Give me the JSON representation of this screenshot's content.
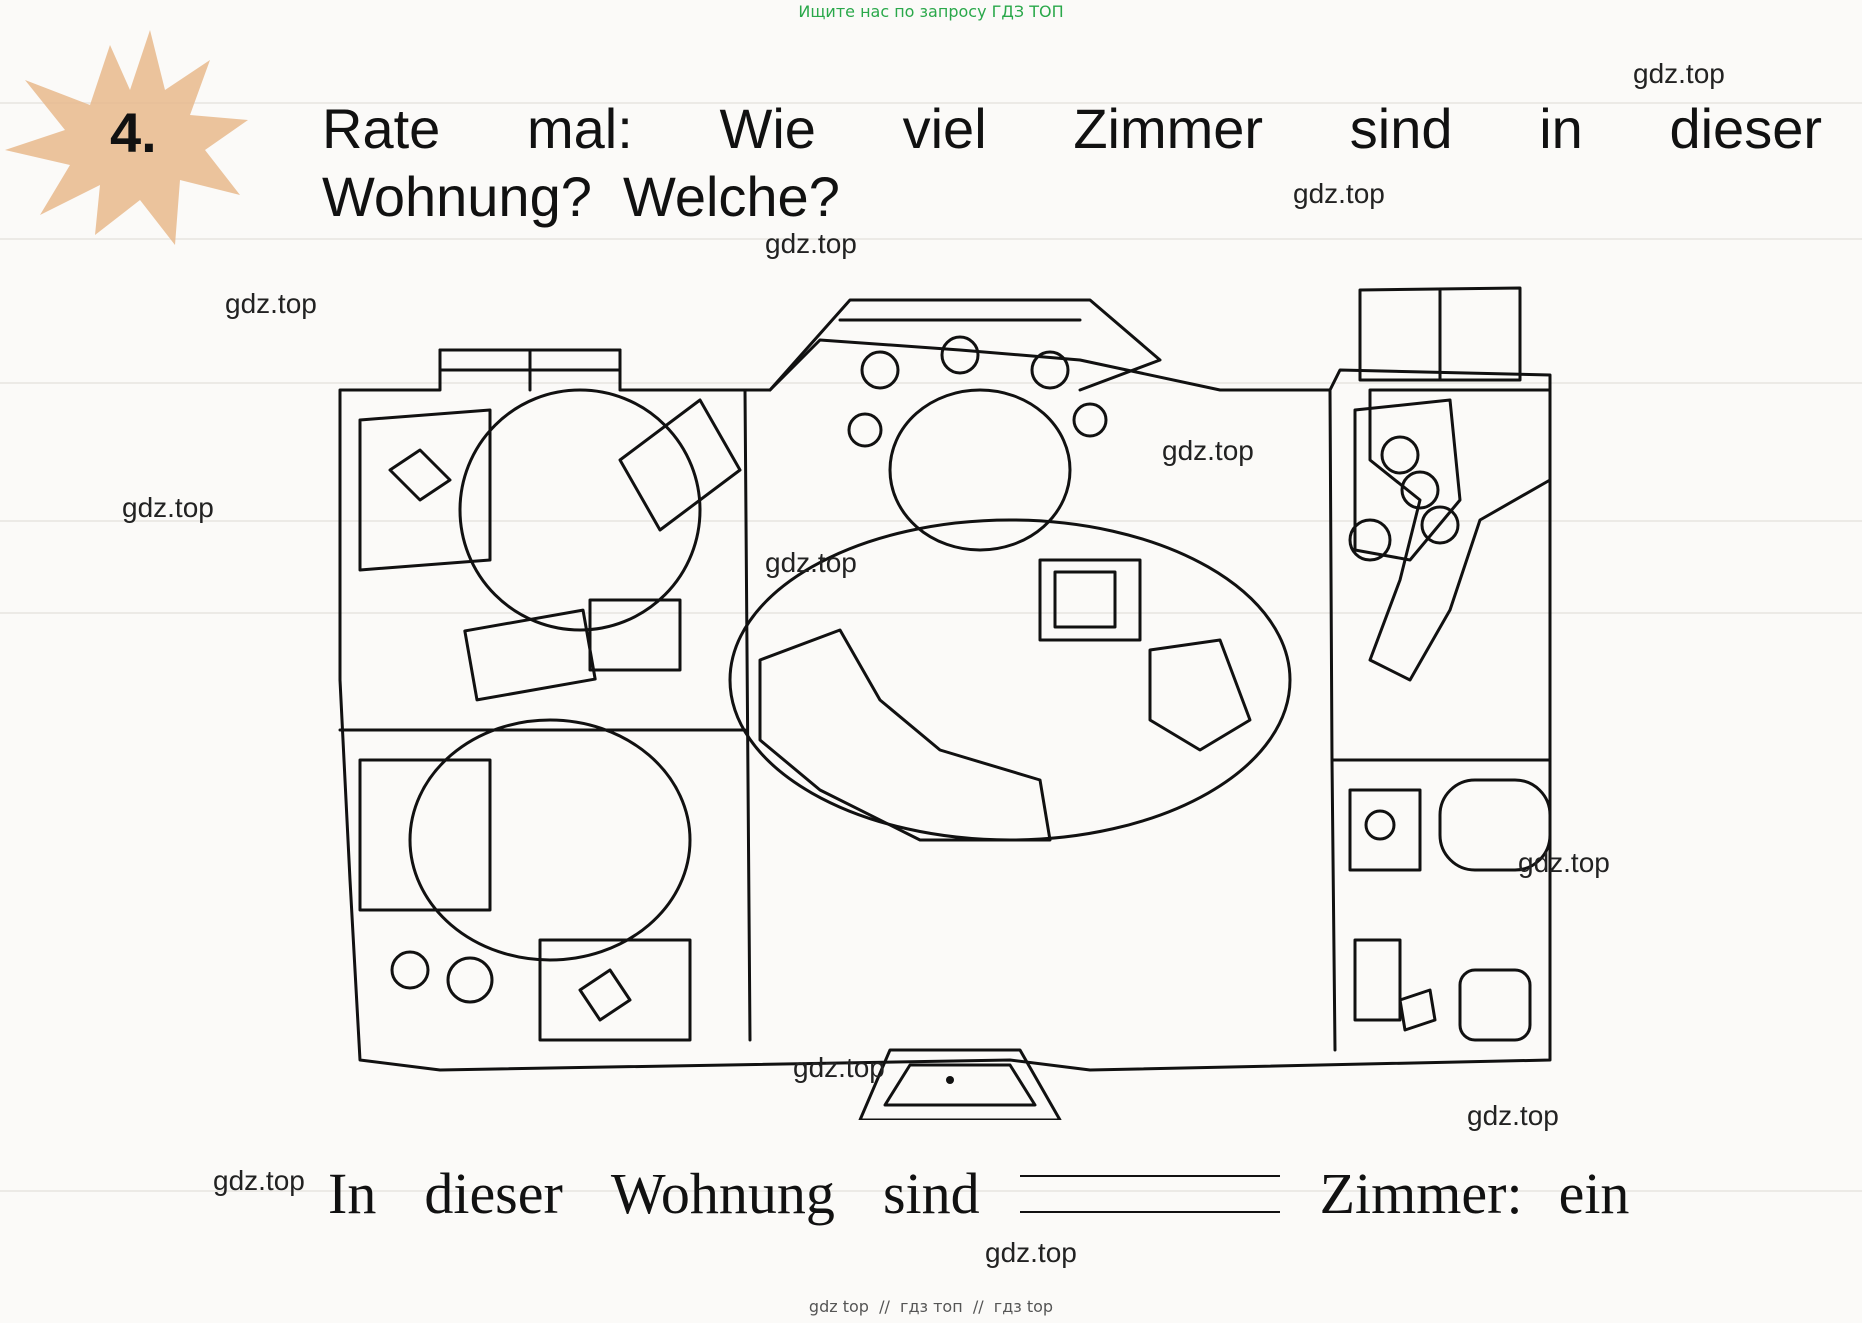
{
  "top_note": "Ищите нас по запросу ГДЗ ТОП",
  "bottom_note": "gdz top  //  гдз топ  //  гдз top",
  "task_number": "4.",
  "task_line1": [
    "Rate",
    "mal:",
    "Wie",
    "viel",
    "Zimmer",
    "sind",
    "in",
    "dieser"
  ],
  "task_line2": "Wohnung?  Welche?",
  "answer_words": [
    "In",
    "dieser",
    "Wohnung",
    "sind"
  ],
  "answer_after": [
    "Zimmer:",
    "ein"
  ],
  "watermark": "gdz.top",
  "colors": {
    "splat": "#e8b98c",
    "link_green": "#2aa84a"
  }
}
